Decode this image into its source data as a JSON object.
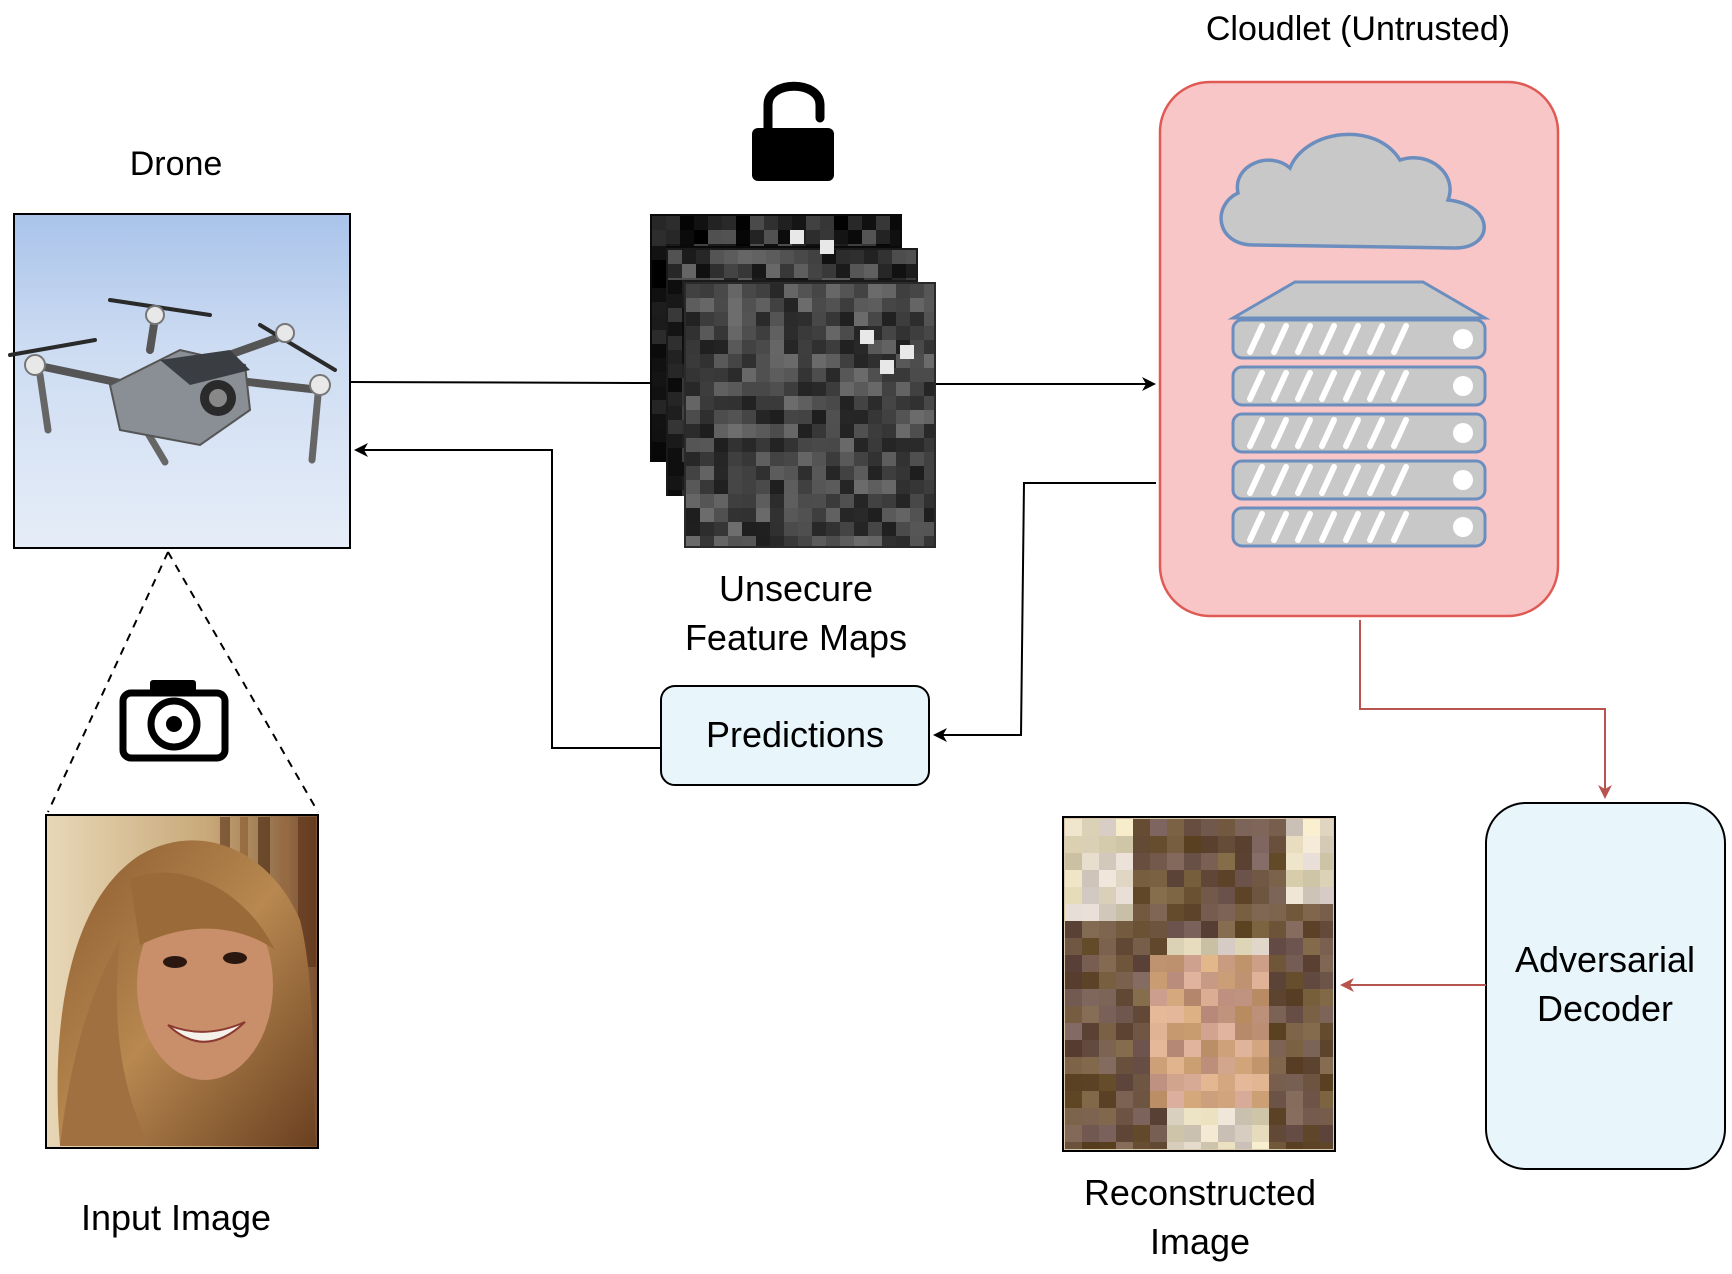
{
  "labels": {
    "drone": "Drone",
    "cloudlet": "Cloudlet (Untrusted)",
    "feature_maps_line1": "Unsecure",
    "feature_maps_line2": "Feature Maps",
    "predictions": "Predictions",
    "decoder_line1": "Adversarial",
    "decoder_line2": "Decoder",
    "reconstructed_line1": "Reconstructed",
    "reconstructed_line2": "Image",
    "input_image": "Input Image"
  },
  "icons": {
    "lock": "unlocked-padlock-icon",
    "camera": "camera-icon",
    "cloud": "cloud-icon",
    "server": "server-rack-icon"
  },
  "colors": {
    "line": "#000000",
    "adversarial_line": "#b85450",
    "cloudlet_fill": "#f8cecc",
    "cloudlet_stroke": "#e85a55",
    "decoder_fill": "#e8f6fc",
    "predictions_fill": "#e8f6fc",
    "server_fill": "#c8c8c8",
    "server_stroke": "#6c8ebf",
    "cloud_fill": "#c8c8c8"
  }
}
